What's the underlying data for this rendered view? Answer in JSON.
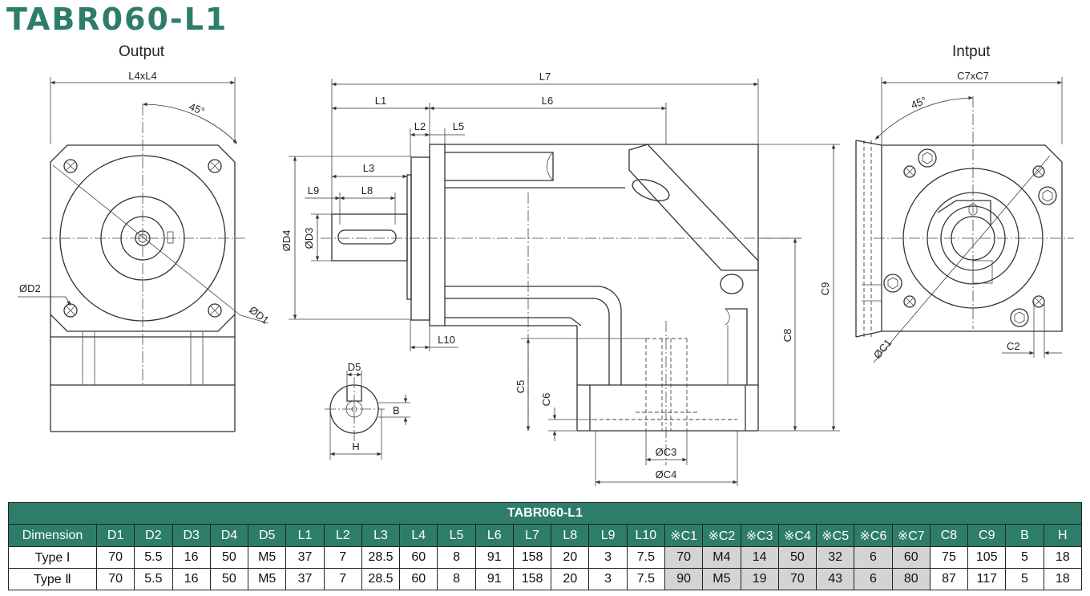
{
  "title": "TABR060-L1",
  "views": {
    "output_label": "Output",
    "input_label": "Intput"
  },
  "dimension_labels": {
    "l4xl4": "L4xL4",
    "angle_out": "45°",
    "d2": "ØD2",
    "d1": "ØD1",
    "l7": "L7",
    "l1": "L1",
    "l6": "L6",
    "l2": "L2",
    "l5": "L5",
    "l3": "L3",
    "l9": "L9",
    "l8": "L8",
    "d4": "ØD4",
    "d3": "ØD3",
    "l10": "L10",
    "c5": "C5",
    "c6": "C6",
    "c8": "C8",
    "c9": "C9",
    "c3": "ØC3",
    "c4": "ØC4",
    "d5": "D5",
    "b": "B",
    "h": "H",
    "c7xc7": "C7xC7",
    "angle_in": "45°",
    "c1": "ØC1",
    "c2": "C2"
  },
  "table": {
    "caption": "TABR060-L1",
    "columns": [
      "Dimension",
      "D1",
      "D2",
      "D3",
      "D4",
      "D5",
      "L1",
      "L2",
      "L3",
      "L4",
      "L5",
      "L6",
      "L7",
      "L8",
      "L9",
      "L10",
      "※C1",
      "※C2",
      "※C3",
      "※C4",
      "※C5",
      "※C6",
      "※C7",
      "C8",
      "C9",
      "B",
      "H"
    ],
    "rows": [
      [
        "Type Ⅰ",
        "70",
        "5.5",
        "16",
        "50",
        "M5",
        "37",
        "7",
        "28.5",
        "60",
        "8",
        "91",
        "158",
        "20",
        "3",
        "7.5",
        "70",
        "M4",
        "14",
        "50",
        "32",
        "6",
        "60",
        "75",
        "105",
        "5",
        "18"
      ],
      [
        "Type Ⅱ",
        "70",
        "5.5",
        "16",
        "50",
        "M5",
        "37",
        "7",
        "28.5",
        "60",
        "8",
        "91",
        "158",
        "20",
        "3",
        "7.5",
        "90",
        "M5",
        "19",
        "70",
        "43",
        "6",
        "80",
        "87",
        "117",
        "5",
        "18"
      ]
    ],
    "highlight_color": "#d4d4d4",
    "header_color": "#2e7d6b"
  },
  "colors": {
    "brand": "#2e7d6b"
  }
}
